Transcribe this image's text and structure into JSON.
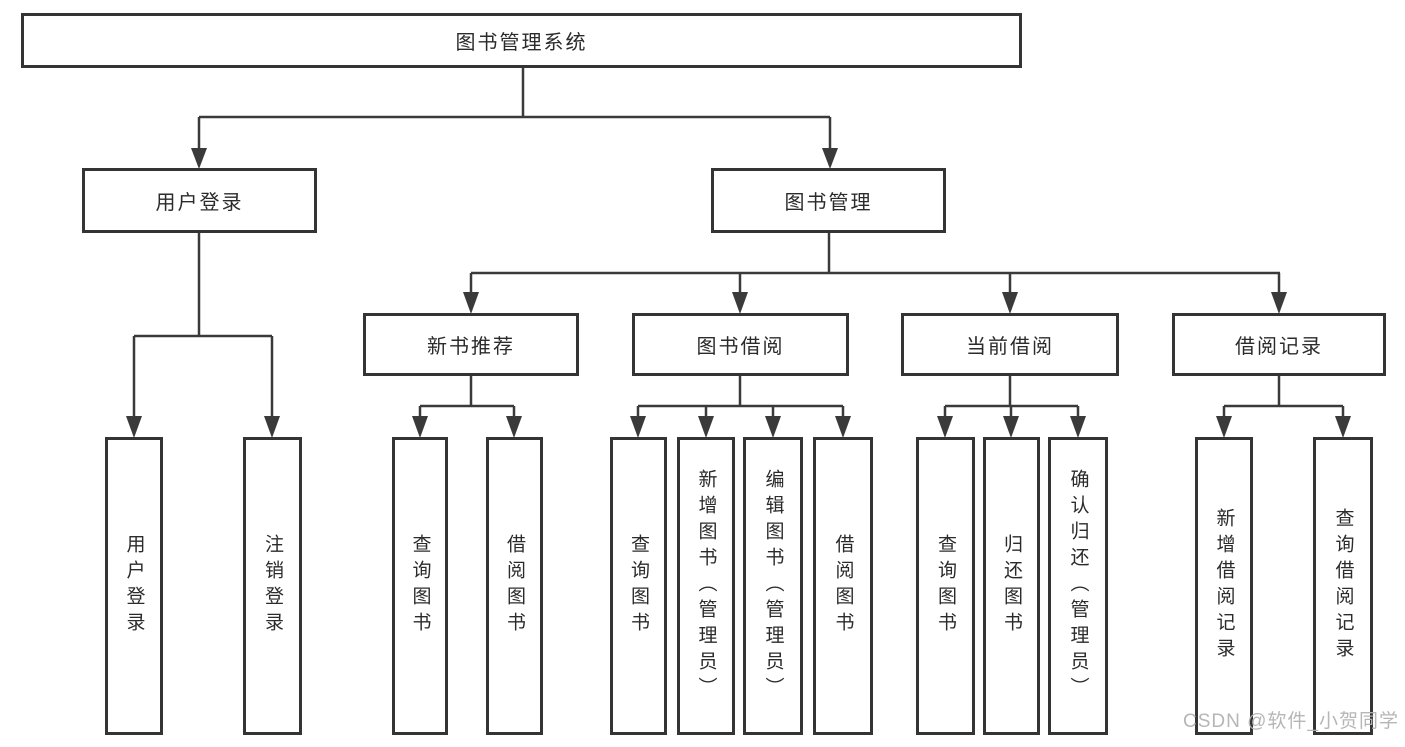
{
  "tree": {
    "root": "图书管理系统",
    "children": [
      {
        "label": "用户登录",
        "children": [
          "用户登录",
          "注销登录"
        ]
      },
      {
        "label": "图书管理",
        "children": [
          {
            "label": "新书推荐",
            "children": [
              "查询图书",
              "借阅图书"
            ]
          },
          {
            "label": "图书借阅",
            "children": [
              "查询图书",
              "新增图书（管理员）",
              "编辑图书（管理员）",
              "借阅图书"
            ]
          },
          {
            "label": "当前借阅",
            "children": [
              "查询图书",
              "归还图书",
              "确认归还（管理员）"
            ]
          },
          {
            "label": "借阅记录",
            "children": [
              "新增借阅记录",
              "查询借阅记录"
            ]
          }
        ]
      }
    ]
  },
  "watermark": "CSDN @软件_小贺同学",
  "colors": {
    "line": "#3a3a3a",
    "border": "#343434",
    "text": "#2b2b2b",
    "watermark": "#b2b2b2",
    "background": "#ffffff"
  }
}
